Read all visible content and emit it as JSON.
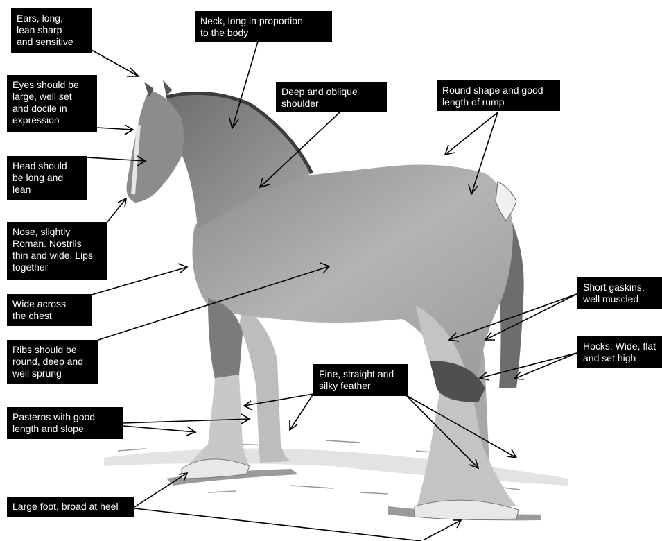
{
  "labels": {
    "ears": "Ears, long,\nlean sharp\nand sensitive",
    "neck": "Neck, long in proportion\nto the body",
    "eyes": "Eyes should be\nlarge, well set\nand docile in\nexpression",
    "shoulder": "Deep and oblique\nshoulder",
    "rump": "Round shape and good\nlength of rump",
    "head": "Head should\nbe long and\nlean",
    "nose": "Nose, slightly\nRoman. Nostrils\nthin and wide. Lips\ntogether",
    "chest": "Wide across\nthe chest",
    "gaskins": "Short gaskins,\nwell muscled",
    "ribs": "Ribs should be\nround, deep and\nwell sprung",
    "hocks": "Hocks. Wide, flat\nand set high",
    "feather": "Fine, straight and\nsilky feather",
    "pasterns": "Pasterns with good\nlength and slope",
    "foot": "Large foot, broad at heel"
  }
}
